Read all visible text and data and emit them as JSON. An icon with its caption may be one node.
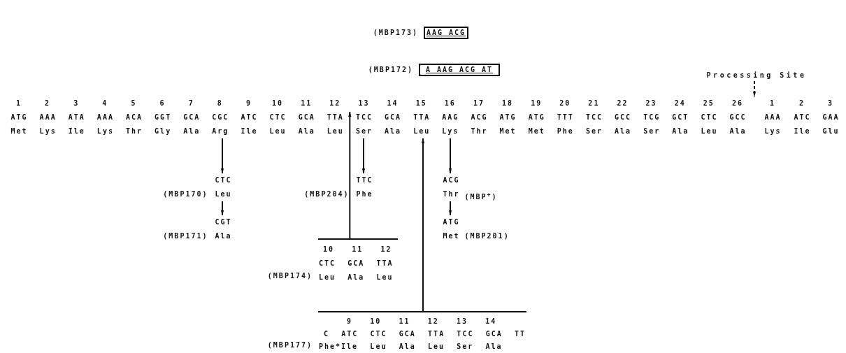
{
  "diagram": {
    "nodes": [
      {
        "text": [
          "AAG ACG"
        ],
        "beside": [
          "(MBP173)"
        ]
      },
      {
        "text": [
          "A AAG ACG AT"
        ],
        "beside": [
          "(MBP172)"
        ]
      },
      {
        "text": [
          "Processing Site"
        ]
      },
      {
        "text": [
          "1",
          "ATG",
          "Met"
        ]
      },
      {
        "text": [
          "2",
          "AAA",
          "Lys"
        ]
      },
      {
        "text": [
          "3",
          "ATA",
          "Ile"
        ]
      },
      {
        "text": [
          "4",
          "AAA",
          "Lys"
        ]
      },
      {
        "text": [
          "5",
          "ACA",
          "Thr"
        ]
      },
      {
        "text": [
          "6",
          "GGT",
          "Gly"
        ]
      },
      {
        "text": [
          "7",
          "GCA",
          "Ala"
        ]
      },
      {
        "text": [
          "8",
          "CGC",
          "Arg"
        ]
      },
      {
        "text": [
          "9",
          "ATC",
          "Ile"
        ]
      },
      {
        "text": [
          "10",
          "CTC",
          "Leu"
        ]
      },
      {
        "text": [
          "11",
          "GCA",
          "Ala"
        ]
      },
      {
        "text": [
          "12",
          "TTA",
          "Leu"
        ]
      },
      {
        "text": [
          "13",
          "TCC",
          "Ser"
        ]
      },
      {
        "text": [
          "14",
          "GCA",
          "Ala"
        ]
      },
      {
        "text": [
          "15",
          "TTA",
          "Leu"
        ]
      },
      {
        "text": [
          "16",
          "AAG",
          "Lys"
        ]
      },
      {
        "text": [
          "17",
          "ACG",
          "Thr"
        ]
      },
      {
        "text": [
          "18",
          "ATG",
          "Met"
        ]
      },
      {
        "text": [
          "19",
          "ATG",
          "Met"
        ]
      },
      {
        "text": [
          "20",
          "TTT",
          "Phe"
        ]
      },
      {
        "text": [
          "21",
          "TCC",
          "Ser"
        ]
      },
      {
        "text": [
          "22",
          "GCC",
          "Ala"
        ]
      },
      {
        "text": [
          "23",
          "TCG",
          "Ser"
        ]
      },
      {
        "text": [
          "24",
          "GCT",
          "Ala"
        ]
      },
      {
        "text": [
          "25",
          "CTC",
          "Leu"
        ]
      },
      {
        "text": [
          "26",
          "GCC",
          "Ala"
        ]
      },
      {
        "text": [
          "1",
          "AAA",
          "Lys"
        ]
      },
      {
        "text": [
          "2",
          "ATC",
          "Ile"
        ]
      },
      {
        "text": [
          "3",
          "GAA",
          "Glu"
        ]
      },
      {
        "text": [
          "CTC",
          "Leu"
        ],
        "beside": [
          "(MBP170)"
        ]
      },
      {
        "text": [
          "TTC",
          "Phe"
        ],
        "beside": [
          "(MBP204)"
        ]
      },
      {
        "text": [
          "ACG",
          "Thr"
        ],
        "beside": [
          "(MBP$^{+}$)"
        ]
      },
      {
        "text": [
          "CGT",
          "Ala"
        ],
        "beside": [
          "(MBP171)"
        ]
      },
      {
        "text": [
          "ATG",
          "Met"
        ],
        "beside": [
          "(MBP201)"
        ]
      },
      {
        "text": [
          "10 11 12",
          "CTC GCA TTA",
          "Leu Ala Leu"
        ],
        "beside": [
          "(MBP174)"
        ]
      },
      {
        "text": [
          "9 10 11 12 13 14",
          "C ATC CTC GCA TTA TCC GCA TT",
          "Phe*Ile Leu Ala Leu Ser Ala"
        ],
        "beside": [
          "(MBP177)"
        ]
      }
    ],
    "edges": [
      {
        "from": 2,
        "to": 28,
        "arrow": "to",
        "style": "dashed"
      },
      {
        "from": 10,
        "to": 32,
        "arrow": "to"
      },
      {
        "from": 15,
        "to": 33,
        "arrow": "to"
      },
      {
        "from": 18,
        "to": 34,
        "arrow": "to"
      },
      {
        "from": 32,
        "to": 35,
        "arrow": "to"
      },
      {
        "from": 34,
        "to": 36,
        "arrow": "to"
      },
      {
        "from": 37,
        "to": 14,
        "arrow": "to"
      },
      {
        "from": 38,
        "to": 17,
        "arrow": "to"
      }
    ]
  }
}
